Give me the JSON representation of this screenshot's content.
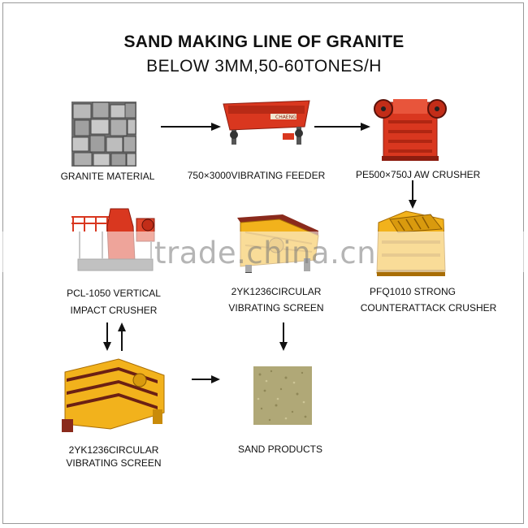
{
  "title": {
    "line1": "SAND MAKING LINE OF GRANITE",
    "line2": "BELOW 3MM,50-60TONES/H"
  },
  "nodes": {
    "granite": {
      "label": "GRANITE MATERIAL",
      "icon": "granite-stones-icon"
    },
    "feeder": {
      "label": "750×3000VIBRATING FEEDER",
      "icon": "vibrating-feeder-icon"
    },
    "jaw": {
      "label": "PE500×750J AW CRUSHER",
      "icon": "jaw-crusher-icon"
    },
    "vsi": {
      "line1": "PCL-1050 VERTICAL",
      "line2": "IMPACT CRUSHER",
      "icon": "vertical-impact-crusher-icon"
    },
    "screen_mid": {
      "line1": "2YK1236CIRCULAR",
      "line2": "VIBRATING SCREEN",
      "icon": "circular-vibrating-screen-icon"
    },
    "pfq": {
      "line1": "PFQ1010 STRONG",
      "line2": "COUNTERATTACK CRUSHER",
      "icon": "counterattack-crusher-icon"
    },
    "screen_low": {
      "line1": "2YK1236CIRCULAR",
      "line2": "VIBRATING SCREEN",
      "icon": "circular-vibrating-screen-icon"
    },
    "sand": {
      "label": "SAND PRODUCTS",
      "icon": "sand-pile-icon"
    }
  },
  "watermark": "trade.china.cn",
  "colors": {
    "machine_red": "#d9371f",
    "machine_yellow": "#f2b21c",
    "stone_gray": "#8c8c8c",
    "sand": "#b0a877"
  }
}
